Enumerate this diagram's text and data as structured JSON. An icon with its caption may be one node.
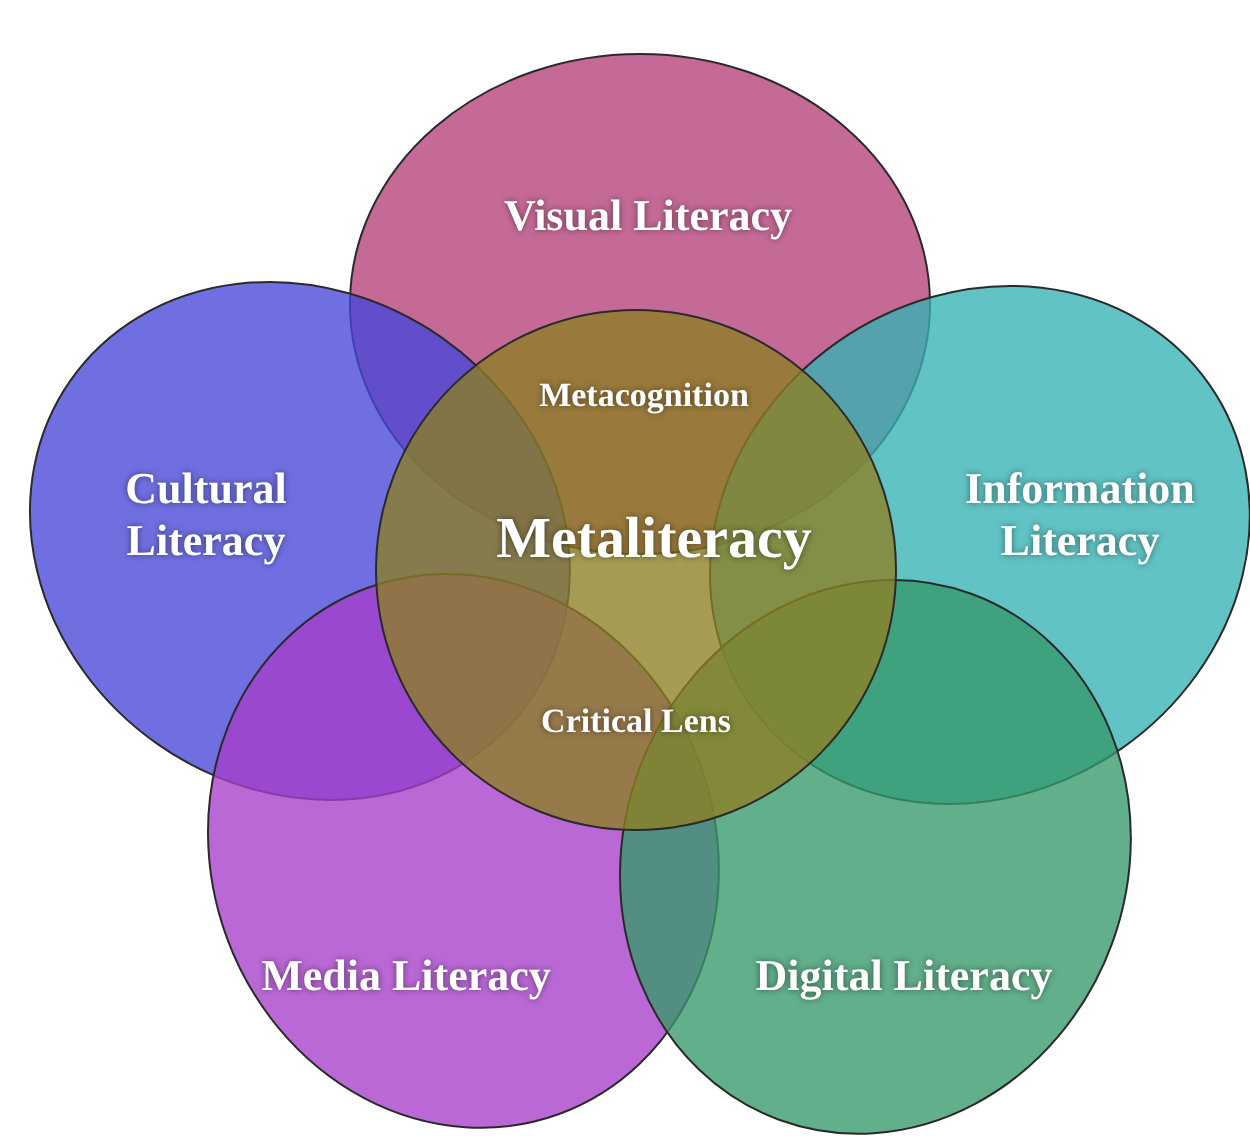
{
  "diagram": {
    "nodes": [
      {
        "text": [
          "Visual Literacy"
        ]
      },
      {
        "text": [
          "Cultural Literacy"
        ]
      },
      {
        "text": [
          "Information Literacy"
        ]
      },
      {
        "text": [
          "Media Literacy"
        ]
      },
      {
        "text": [
          "Digital Literacy"
        ]
      },
      {
        "text": [
          "Metacognition",
          "Metaliteracy",
          "Critical Lens"
        ]
      }
    ]
  }
}
